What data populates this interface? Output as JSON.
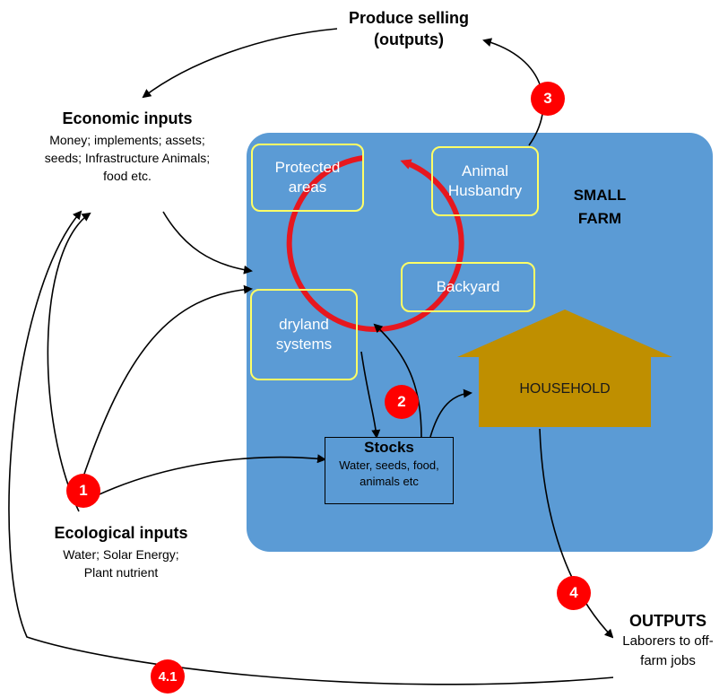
{
  "produce": {
    "title": "Produce selling",
    "subtitle": "(outputs)"
  },
  "economic": {
    "title": "Economic inputs",
    "body": "Money; implements; assets; seeds; Infrastructure Animals; food etc."
  },
  "ecological": {
    "title": "Ecological inputs",
    "body": "Water; Solar Energy; Plant nutrient"
  },
  "outputs": {
    "title": "OUTPUTS",
    "body": "Laborers to off-farm jobs"
  },
  "farm": {
    "title": "SMALL FARM"
  },
  "zones": {
    "protected": "Protected areas",
    "animal": "Animal Husbandry",
    "backyard": "Backyard",
    "dryland": "dryland systems"
  },
  "household": {
    "label": "HOUSEHOLD"
  },
  "stocks": {
    "title": "Stocks",
    "body": "Water, seeds, food, animals etc"
  },
  "badges": {
    "b1": "1",
    "b2": "2",
    "b3": "3",
    "b4": "4",
    "b41": "4.1"
  },
  "colors": {
    "farm": "#5b9bd5",
    "zone_border": "#ffff66",
    "household": "#bf8f00",
    "cycle": "#ff0000",
    "badge": "#ff0000"
  }
}
